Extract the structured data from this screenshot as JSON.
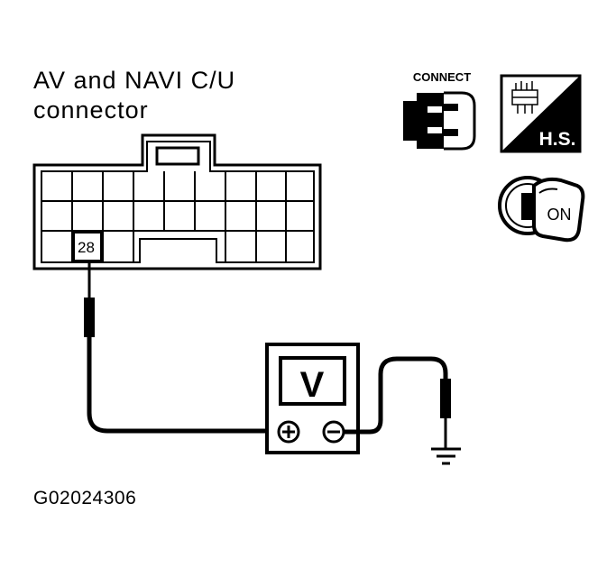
{
  "connector": {
    "title_line1": "AV and NAVI C/U",
    "title_line2": "connector",
    "pin_label": "28"
  },
  "icons": {
    "connect_label": "CONNECT",
    "hs_label": "H.S.",
    "ignition_label": "ON",
    "connect_icon": "connector-connected-icon",
    "hs_icon": "harness-side-icon",
    "ignition_icon": "ignition-key-on-icon",
    "ground_icon": "ground-symbol-icon"
  },
  "meter": {
    "display": "V",
    "positive_symbol": "+",
    "negative_symbol": "−"
  },
  "figure_id": "G02024306"
}
